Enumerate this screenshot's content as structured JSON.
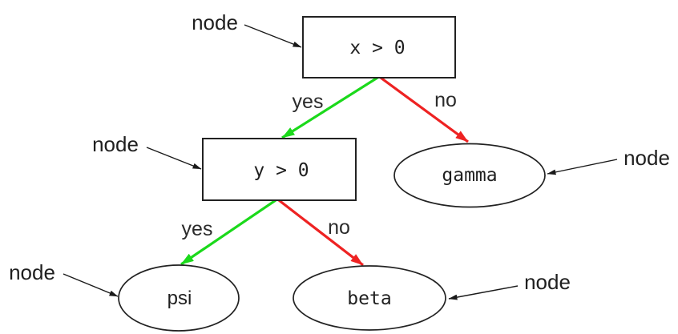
{
  "figure": {
    "type": "decision-tree-diagram",
    "background": "#ffffff"
  },
  "colors": {
    "yes_edge": "#1bd91b",
    "no_edge": "#ee2222",
    "annotation": "#1a1a1a",
    "node_border": "#222222",
    "text": "#1f1f1f"
  },
  "nodes": [
    {
      "id": "root",
      "label": "x > 0",
      "shape": "box"
    },
    {
      "id": "left-decision",
      "label": "y > 0",
      "shape": "box"
    },
    {
      "id": "gamma",
      "label": "gamma",
      "shape": "ellipse"
    },
    {
      "id": "psi",
      "label": "psi",
      "shape": "ellipse"
    },
    {
      "id": "beta",
      "label": "beta",
      "shape": "ellipse"
    }
  ],
  "edges": [
    {
      "from": "x > 0",
      "to": "y > 0",
      "label": "yes",
      "color_key": "yes_edge"
    },
    {
      "from": "x > 0",
      "to": "gamma",
      "label": "no",
      "color_key": "no_edge"
    },
    {
      "from": "y > 0",
      "to": "psi",
      "label": "yes",
      "color_key": "yes_edge"
    },
    {
      "from": "y > 0",
      "to": "beta",
      "label": "no",
      "color_key": "no_edge"
    }
  ],
  "annotations": [
    {
      "text": "node",
      "points_to": "x > 0"
    },
    {
      "text": "node",
      "points_to": "y > 0"
    },
    {
      "text": "node",
      "points_to": "gamma"
    },
    {
      "text": "node",
      "points_to": "psi"
    },
    {
      "text": "node",
      "points_to": "beta"
    }
  ]
}
